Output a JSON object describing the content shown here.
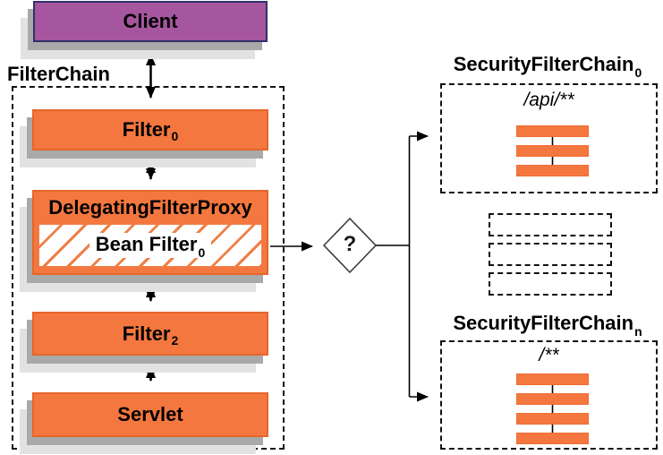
{
  "diagram": {
    "filterchain_label": "FilterChain",
    "client": "Client",
    "filter0": {
      "base": "Filter",
      "sub": "0"
    },
    "dfp_title": "DelegatingFilterProxy",
    "bean_filter": {
      "base": "Bean Filter",
      "sub": "0"
    },
    "filter2": {
      "base": "Filter",
      "sub": "2"
    },
    "servlet": "Servlet",
    "decision": "?",
    "chain0": {
      "base": "SecurityFilterChain",
      "sub": "0",
      "pattern": "/api/**",
      "bar_count": 3
    },
    "chain_n": {
      "base": "SecurityFilterChain",
      "sub": "n",
      "pattern": "/**",
      "bar_count": 4
    },
    "placeholder_count": 3,
    "colors": {
      "orange": "#f4773f",
      "purple": "#a5569e",
      "shadow_dark": "#a9a9a9",
      "shadow_light": "#e2e2e2",
      "dash": "#111111"
    }
  }
}
